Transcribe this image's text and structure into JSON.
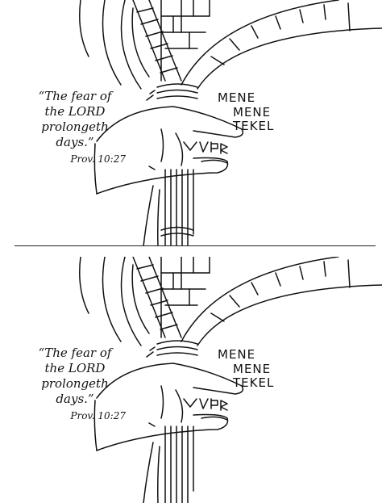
{
  "panels": [
    {
      "verse": {
        "line1": "“The fear of",
        "line2": "the LORD",
        "line3": "prolongeth",
        "line4": "days.”",
        "reference": "Prov. 10:27"
      },
      "wall_writing": [
        "MENE",
        "MENE",
        "TEKEL"
      ]
    },
    {
      "verse": {
        "line1": "“The fear of",
        "line2": "the LORD",
        "line3": "prolongeth",
        "line4": "days.”",
        "reference": "Prov. 10:27"
      },
      "wall_writing": [
        "MENE",
        "MENE",
        "TEKEL"
      ]
    }
  ],
  "colors": {
    "ink": "#111111",
    "paper": "#ffffff"
  }
}
